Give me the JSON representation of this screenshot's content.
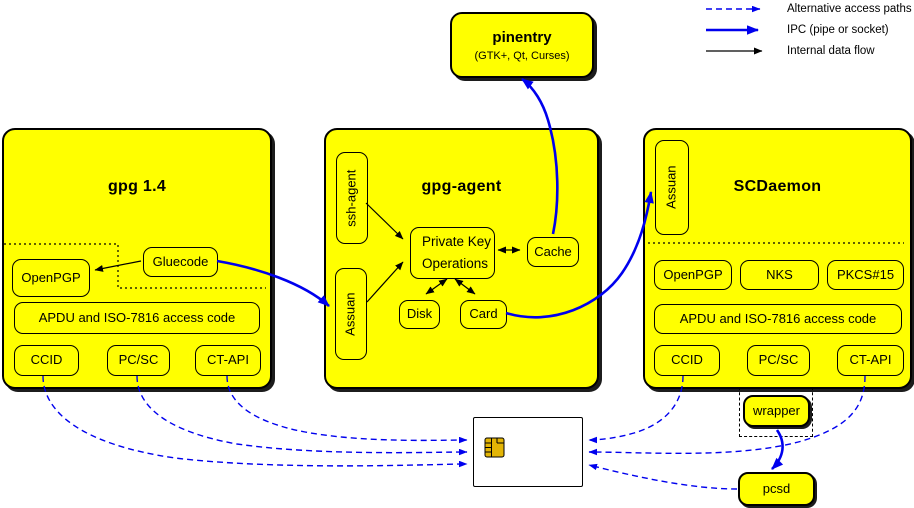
{
  "colors": {
    "node_fill": "#ffff00",
    "ipc_blue": "#0000ee",
    "data_flow_black": "#000000",
    "chip_gold": "#e3b505"
  },
  "legend": {
    "alt_access": "Alternative access paths",
    "ipc": "IPC (pipe or socket)",
    "internal": "Internal data flow"
  },
  "pinentry": {
    "title": "pinentry",
    "subtitle": "(GTK+, Qt, Curses)"
  },
  "gpg14": {
    "title": "gpg 1.4",
    "openpgp": "OpenPGP",
    "gluecode": "Gluecode",
    "apdu": "APDU and ISO-7816 access code",
    "ccid": "CCID",
    "pcsc": "PC/SC",
    "ctapi": "CT-API"
  },
  "gpg_agent": {
    "title": "gpg-agent",
    "ssh_agent": "ssh-agent",
    "assuan": "Assuan",
    "private_key_line1": "Private Key",
    "private_key_line2": "Operations",
    "cache": "Cache",
    "disk": "Disk",
    "card": "Card"
  },
  "scdaemon": {
    "title": "SCDaemon",
    "assuan": "Assuan",
    "openpgp": "OpenPGP",
    "nks": "NKS",
    "pkcs15": "PKCS#15",
    "apdu": "APDU and ISO-7816 access code",
    "ccid": "CCID",
    "pcsc": "PC/SC",
    "ctapi": "CT-API"
  },
  "wrapper": {
    "label": "wrapper"
  },
  "pcsd": {
    "label": "pcsd"
  }
}
